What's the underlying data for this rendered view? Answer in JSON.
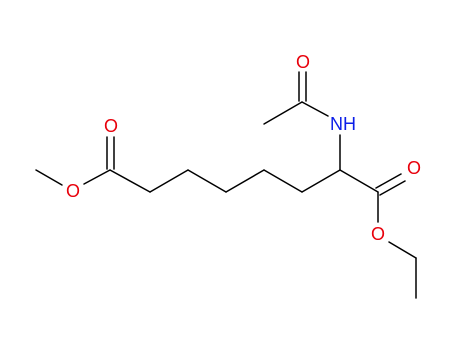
{
  "molecule": {
    "atoms": {
      "o_methoxy": {
        "symbol": "O",
        "color": "#e8000b"
      },
      "o_ester1": {
        "symbol": "O",
        "color": "#e8000b"
      },
      "o_acetyl": {
        "symbol": "O",
        "color": "#e8000b"
      },
      "n_amide": {
        "symbol": "NH",
        "color": "#0b1ee8"
      },
      "o_ester2": {
        "symbol": "O",
        "color": "#e8000b"
      },
      "o_ethoxy": {
        "symbol": "O",
        "color": "#e8000b"
      }
    },
    "bond_color": "#000000"
  }
}
